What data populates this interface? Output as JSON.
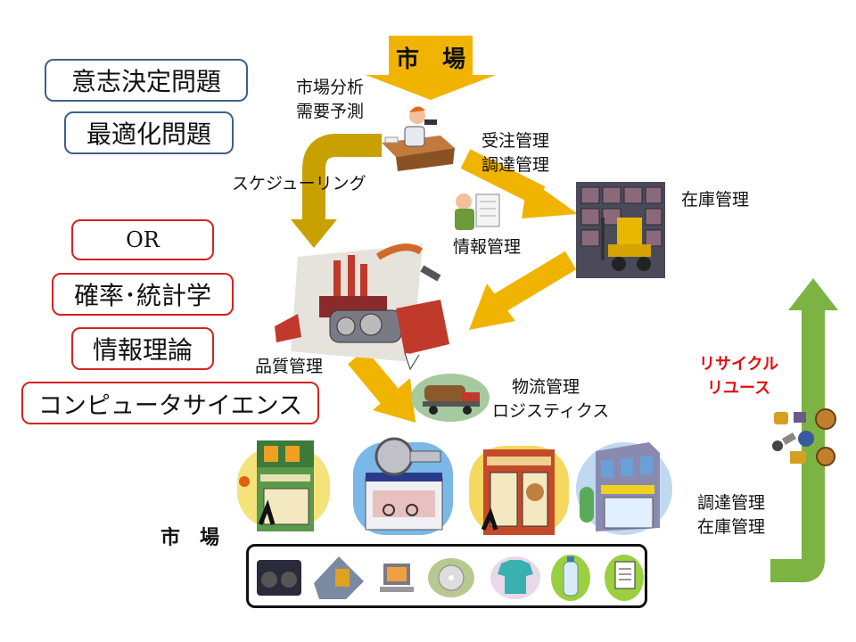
{
  "market_top": "市　場",
  "left_boxes": {
    "decision": "意志決定問題",
    "optimization": "最適化問題",
    "or": "OR",
    "probability": "確率･統計学",
    "info_theory": "情報理論",
    "computer_science": "コンピュータサイエンス"
  },
  "labels": {
    "market_analysis": [
      "市場分析",
      "需要予測"
    ],
    "scheduling": "スケジューリング",
    "order_procurement": [
      "受注管理",
      "調達管理"
    ],
    "inventory": "在庫管理",
    "info_mgmt": "情報管理",
    "quality": "品質管理",
    "logistics": [
      "物流管理",
      "ロジスティクス"
    ],
    "recycle": [
      "リサイクル",
      "リユース"
    ],
    "procure_inventory": [
      "調達管理",
      "在庫管理"
    ],
    "market_bottom": "市　場"
  },
  "colors": {
    "arrow_gold": "#f0b400",
    "arrow_dark_gold": "#c8a000",
    "arrow_green": "#7cb342",
    "box_blue": "#3f5f8a",
    "box_red": "#d42222",
    "recycle_text": "#e01010"
  },
  "icons": [
    "office-worker-icon",
    "warehouse-forklift-icon",
    "factory-icon",
    "clerk-icon",
    "logging-truck-icon",
    "computer-store-icon",
    "bike-shop-icon",
    "thrift-shop-icon",
    "building-icon",
    "boombox-icon",
    "media-pile-icon",
    "computer-icon",
    "cd-icon",
    "shirt-icon",
    "bottle-icon",
    "document-icon",
    "recycled-parts-icon"
  ]
}
